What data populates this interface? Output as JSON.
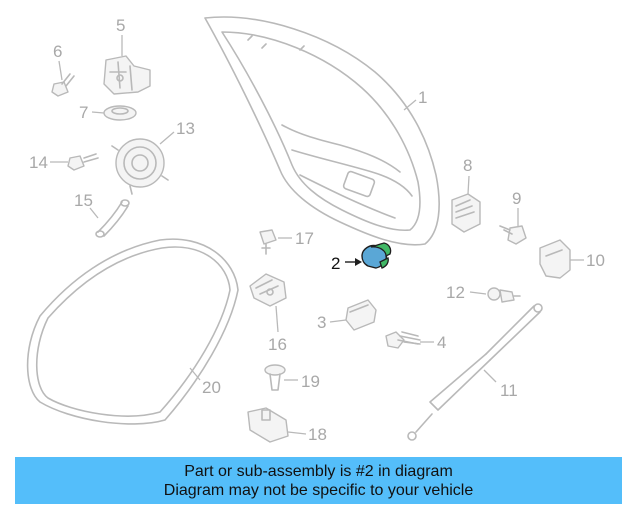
{
  "callouts": {
    "c1": "1",
    "c2": "2",
    "c3": "3",
    "c4": "4",
    "c5": "5",
    "c6": "6",
    "c7": "7",
    "c8": "8",
    "c9": "9",
    "c10": "10",
    "c11": "11",
    "c12": "12",
    "c13": "13",
    "c14": "14",
    "c15": "15",
    "c16": "16",
    "c17": "17",
    "c18": "18",
    "c19": "19",
    "c20": "20"
  },
  "highlighted_part": "2",
  "colors": {
    "banner_background": "#54befa",
    "highlight_part": "#5aa7d6",
    "highlight_accent": "#41b866",
    "line_art": "#b9b9b9"
  },
  "banner": {
    "line1": "Part or sub-assembly is #2 in diagram",
    "line2": "Diagram may not be specific to your vehicle"
  }
}
